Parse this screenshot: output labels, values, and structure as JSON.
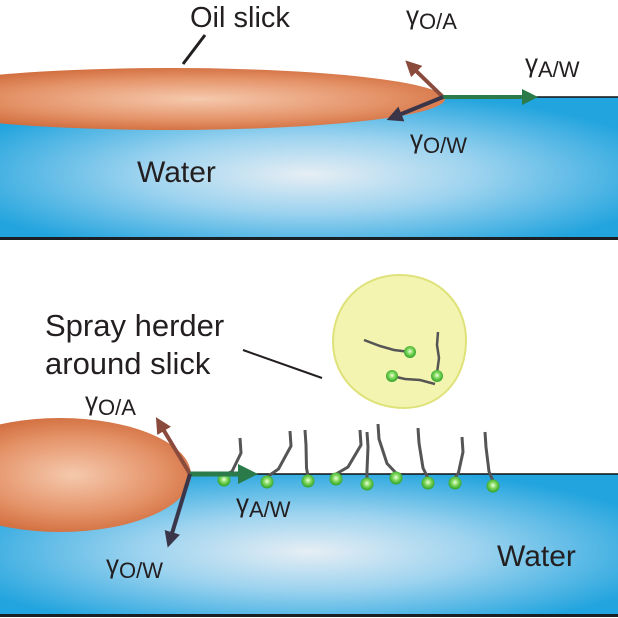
{
  "top_panel": {
    "oil_label": "Oil slick",
    "water_label": "Water",
    "gamma_oa": {
      "symbol": "γ",
      "sub": "O/A"
    },
    "gamma_aw": {
      "symbol": "γ",
      "sub": "A/W"
    },
    "gamma_ow": {
      "symbol": "γ",
      "sub": "O/W"
    }
  },
  "bottom_panel": {
    "herder_label_line1": "Spray herder",
    "herder_label_line2": "around slick",
    "water_label": "Water",
    "gamma_oa": {
      "symbol": "γ",
      "sub": "O/A"
    },
    "gamma_aw": {
      "symbol": "γ",
      "sub": "A/W"
    },
    "gamma_ow": {
      "symbol": "γ",
      "sub": "O/W"
    }
  },
  "colors": {
    "oil": "#d9784a",
    "water": "#29a8e0",
    "arrow_oa": "#8a4a3c",
    "arrow_aw": "#2a7a4a",
    "arrow_ow": "#3a3548",
    "surfactant_head": "#5cc63a",
    "droplet": "#f2f4b0"
  }
}
